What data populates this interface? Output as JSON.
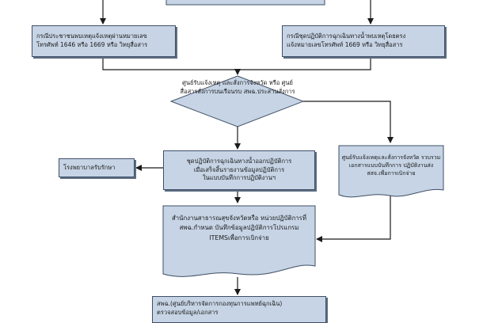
{
  "flowchart": {
    "nodes": {
      "caller": {
        "line1": "กรณีประชาชนพบเหตุแจ้งเหตุผ่านหมายเลข",
        "line2": "โทรศัพท์ 1646 หรือ 1669 หรือ วิทยุสื่อสาร"
      },
      "team_found": {
        "line1": "กรณีชุดปฏิบัติการฉุกเฉินทางน้ำพบเหตุโดยตรง",
        "line2": "แจ้งหมายเลขโทรศัพท์ 1669 หรือ วิทยุสื่อสาร"
      },
      "command_center": {
        "line1": "ศูนย์รับแจ้งเหตุ",
        "line2": "และสั่งการจังหวัด หรือ",
        "line3": "ศูนย์สื่อสารสั่งการบนเรือนรบ",
        "line4": "สพฉ.ประสานสั่งการ"
      },
      "operation": {
        "line1": "ชุดปฏิบัติการฉุกเฉินทางน้ำออกปฏิบัติการ",
        "line2": "เมื่อเสร็จสิ้นรายงานข้อมูลปฏิบัติการ",
        "line3": "ในแบบบันทึกการปฏิบัติงานฯ"
      },
      "hospital": {
        "line1": "โรงพยาบาลรับรักษา"
      },
      "record_side": {
        "line1": "ศูนย์รับแจ้งเหตุและสั่งการจังหวัด",
        "line2": "รวบรวมเอกสารแบบบันทึกการ",
        "line3": "ปฏิบัติงานส่ง สสจ.เพื่อการเบิกจ่าย"
      },
      "provincial": {
        "line1": "สำนักงานสาธารณสุขจังหวัดหรือ",
        "line2": "หน่วยปฏิบัติการที่สพฉ.กำหนด",
        "line3": "บันทึกข้อมูลปฏิบัติการโปรแกรม",
        "line4": "ITEMSเพื่อการเบิกจ่าย"
      },
      "niems": {
        "line1": "สพฉ.(ศูนย์บริหารจัดการกองทุนการแพทย์ฉุกเฉิน)",
        "line2": "ตรวจสอบข้อมูล/เอกสาร"
      }
    },
    "colors": {
      "fill": "#c6d4e5",
      "border": "#3f4f66",
      "arrow": "#1a1a1a"
    }
  }
}
